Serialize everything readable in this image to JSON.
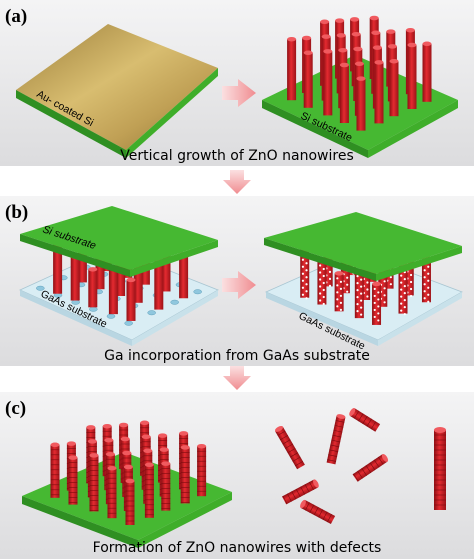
{
  "panels": {
    "a": {
      "label": "(a)",
      "caption": "Vertical growth of ZnO nanowires",
      "left_substrate_label": "Au- coated  Si",
      "right_substrate_label": "Si substrate"
    },
    "b": {
      "label": "(b)",
      "caption": "Ga incorporation from GaAs substrate",
      "top_substrate_label": "Si substrate",
      "bottom_substrate_label_left": "GaAs substrate",
      "bottom_substrate_label_right": "GaAs substrate"
    },
    "c": {
      "label": "(c)",
      "caption": "Formation of ZnO nanowires with defects"
    }
  },
  "colors": {
    "gold_surface": "#c8a95a",
    "green_substrate": "#3fae2a",
    "nanowire_red": "#d7232b",
    "gaas_light_blue": "#d9edf4",
    "arrow_pink": "#f4a3a6",
    "panel_background": "#e9e9ea"
  },
  "icons": {
    "flow_arrow": "right-arrow-icon",
    "step_arrow": "down-arrow-icon"
  }
}
